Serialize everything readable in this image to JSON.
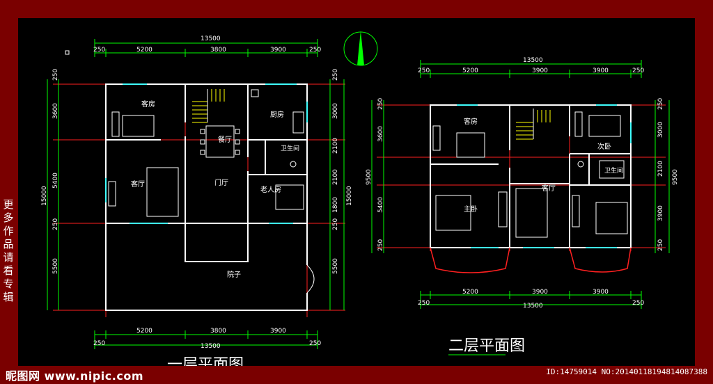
{
  "watermark": {
    "side_text": [
      "更",
      "多",
      "作",
      "品",
      "请",
      "看",
      "专",
      "辑"
    ],
    "site": "昵图网 www.nipic.com",
    "id_line": "ID:14759014 NO:20140118194814087388"
  },
  "plan1": {
    "title": "一层平面图",
    "total": "13500",
    "edge": "250",
    "spans": [
      "5200",
      "3800",
      "3900"
    ],
    "left_dims": [
      "250",
      "3600",
      "5400",
      "250",
      "5500"
    ],
    "left_total": "15000",
    "right_dims": [
      "250",
      "3000",
      "2100",
      "2100",
      "1800",
      "250",
      "5500"
    ],
    "right_total": "15000",
    "rooms": {
      "guest": "客房",
      "dining": "餐厅",
      "kitchen": "厨房",
      "bath": "卫生间",
      "living": "客厅",
      "hall": "门厅",
      "elder": "老人房",
      "yard": "院子"
    }
  },
  "plan2": {
    "title": "二层平面图",
    "total": "13500",
    "edge": "250",
    "spans": [
      "5200",
      "3900",
      "3900"
    ],
    "left_dims": [
      "250",
      "3600",
      "5400",
      "250"
    ],
    "left_total": "9500",
    "right_dims": [
      "250",
      "3000",
      "2100",
      "3900",
      "250"
    ],
    "right_total": "9500",
    "rooms": {
      "guest": "客房",
      "second": "次卧",
      "bath": "卫生间",
      "master": "主卧",
      "living": "客厅"
    }
  },
  "colors": {
    "frame": "#7a0000",
    "dim": "#00ff00",
    "wall": "#ffffff",
    "grid": "#ff0000",
    "window": "#00ffff",
    "furniture": "#ffffff",
    "stairs": "#ffff00",
    "text": "#ffffff"
  }
}
